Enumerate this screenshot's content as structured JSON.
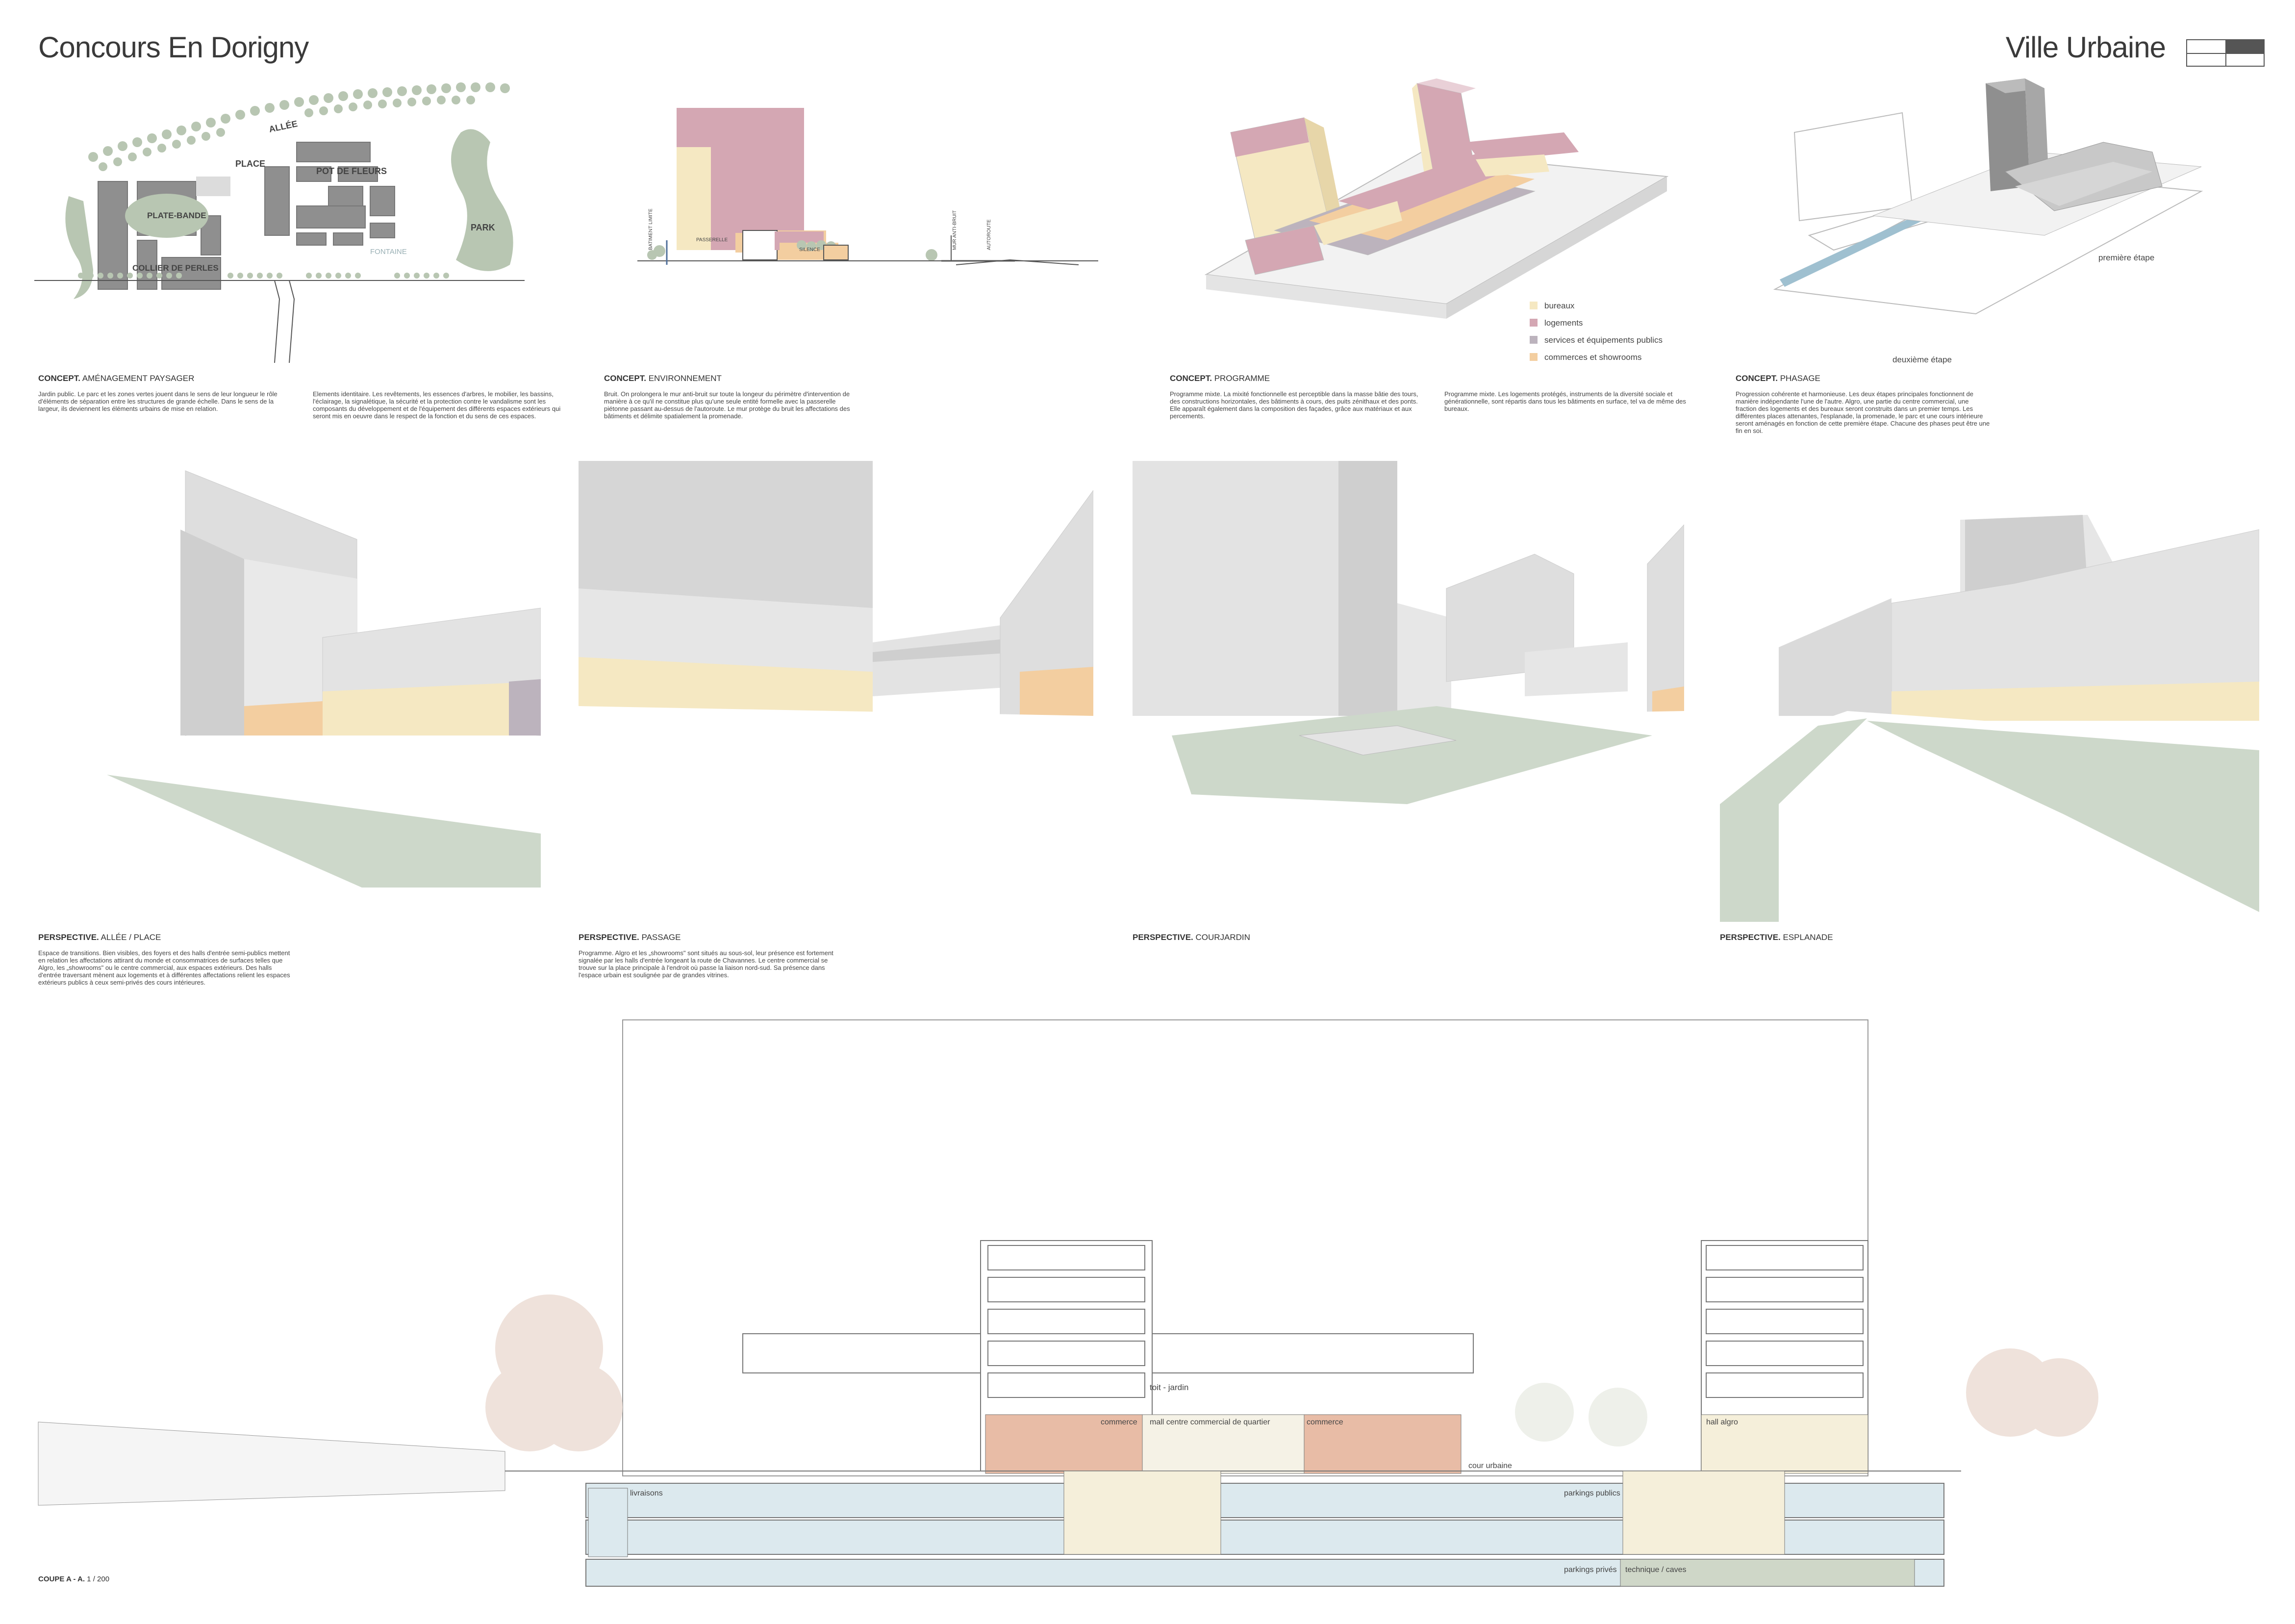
{
  "header": {
    "title_left": "Concours En Dorigny",
    "title_right": "Ville Urbaine"
  },
  "colors": {
    "green": "#b8c6b2",
    "pink": "#d4a7b3",
    "cream": "#f5e8c2",
    "violet": "#bcb3bd",
    "orange": "#f3cea0",
    "grey": "#c8c8c8",
    "dark_grey": "#8f8f8f",
    "blue": "#dce9ee",
    "commerce": "#e8bca6"
  },
  "plan": {
    "labels": {
      "allee": "ALLÉE",
      "place": "PLACE",
      "pot": "POT DE FLEURS",
      "plate": "PLATE-BANDE",
      "park": "PARK",
      "collier": "COLLIER DE PERLES",
      "fontaine": "FONTAINE"
    }
  },
  "env_section": {
    "labels": {
      "batiment": "BATIMENT LIMITE",
      "silence": "SILENCE",
      "mur": "MUR ANTI-BRUIT",
      "autoroute": "AUTOROUTE",
      "passerelle": "PASSERELLE"
    }
  },
  "legend": [
    {
      "label": "bureaux",
      "color": "#f5e8c2"
    },
    {
      "label": "logements",
      "color": "#d4a7b3"
    },
    {
      "label": "services et équipements publics",
      "color": "#bcb3bd"
    },
    {
      "label": "commerces et showrooms",
      "color": "#f3cea0"
    }
  ],
  "phasing": {
    "first": "première étape",
    "second": "deuxième étape"
  },
  "concepts": [
    {
      "cap_bold": "CONCEPT.",
      "cap": " AMÉNAGEMENT PAYSAGER",
      "text": "Jardin public. Le parc et les zones vertes jouent dans le sens de leur longueur le rôle d'éléments de séparation entre les structures de grande échelle. Dans le sens de la largeur, ils deviennent les éléments urbains de mise en relation.",
      "text2": "Elements identitaire. Les revêtements, les essences d'arbres, le mobilier, les bassins, l'éclairage, la signalétique, la sécurité et la protection contre le vandalisme sont les composants du développement et de l'équipement des différents espaces extérieurs qui seront mis en oeuvre dans le respect de la fonction et du sens de ces espaces."
    },
    {
      "cap_bold": "CONCEPT.",
      "cap": " ENVIRONNEMENT",
      "text": "Bruit. On prolongera le mur anti-bruit sur toute la longeur du périmètre d'intervention de manière à ce qu'il ne constitue plus qu'une seule entité formelle avec la passerelle piétonne passant au-dessus de l'autoroute. Le mur protège du bruit les affectations des bâtiments et délimite spatialement la promenade.",
      "text2": ""
    },
    {
      "cap_bold": "CONCEPT.",
      "cap": " PROGRAMME",
      "text": "Programme mixte. La mixité fonctionnelle est perceptible dans la masse bâtie des tours, des constructions horizontales, des bâtiments à cours, des puits zénithaux et des ponts. Elle apparaît également dans la composition des façades, grâce aux matériaux et aux percements.",
      "text2": "Programme mixte. Les logements protégés, instruments de la diversité sociale et générationnelle, sont répartis dans tous les bâtiments en surface, tel va de même des bureaux."
    },
    {
      "cap_bold": "CONCEPT.",
      "cap": " PHASAGE",
      "text": "Progression cohérente et harmonieuse. Les deux étapes principales fonctionnent de manière indépendante l'une de l'autre. Algro, une partie du centre commercial, une fraction des logements et des bureaux seront construits dans un premier temps. Les différentes places attenantes, l'esplanade, la promenade, le parc et une cours intérieure seront aménagés en fonction de cette première étape. Chacune des phases peut être une fin en soi.",
      "text2": ""
    }
  ],
  "perspectives": [
    {
      "cap_bold": "PERSPECTIVE.",
      "cap": " ALLÉE /  PLACE",
      "text": "Espace de transitions. Bien visibles, des foyers et des halls d'entrée semi-publics mettent en relation les affectations attirant du monde et consommatrices de surfaces telles que Algro, les „showrooms\" ou le centre commercial, aux espaces extérieurs. Des halls d'entrée traversant mènent aux logements et à différentes affectations relient les espaces extérieurs publics à ceux semi-privés des cours intérieures."
    },
    {
      "cap_bold": "PERSPECTIVE.",
      "cap": " PASSAGE",
      "text": "Programme. Algro et les „showrooms\" sont situés au sous-sol, leur présence est fortement signalée par les halls d'entrée longeant la route de Chavannes. Le centre commercial se trouve sur la place principale à l'endroit où passe la liaison nord-sud. Sa présence dans l'espace urbain est soulignée par de grandes vitrines."
    },
    {
      "cap_bold": "PERSPECTIVE.",
      "cap": " COURJARDIN",
      "text": ""
    },
    {
      "cap_bold": "PERSPECTIVE.",
      "cap": " ESPLANADE",
      "text": ""
    }
  ],
  "section": {
    "toit": "toit - jardin",
    "commerce1": "commerce",
    "mall": "mall centre commercial de quartier",
    "commerce2": "commerce",
    "hall": "hall algro",
    "cour": "cour urbaine",
    "livraisons": "livraisons",
    "parkings_publics": "parkings publics",
    "parkings_prives": "parkings privés",
    "technique": "technique /  caves",
    "scale_bold": "COUPE A - A.",
    "scale": " 1 /  200"
  }
}
